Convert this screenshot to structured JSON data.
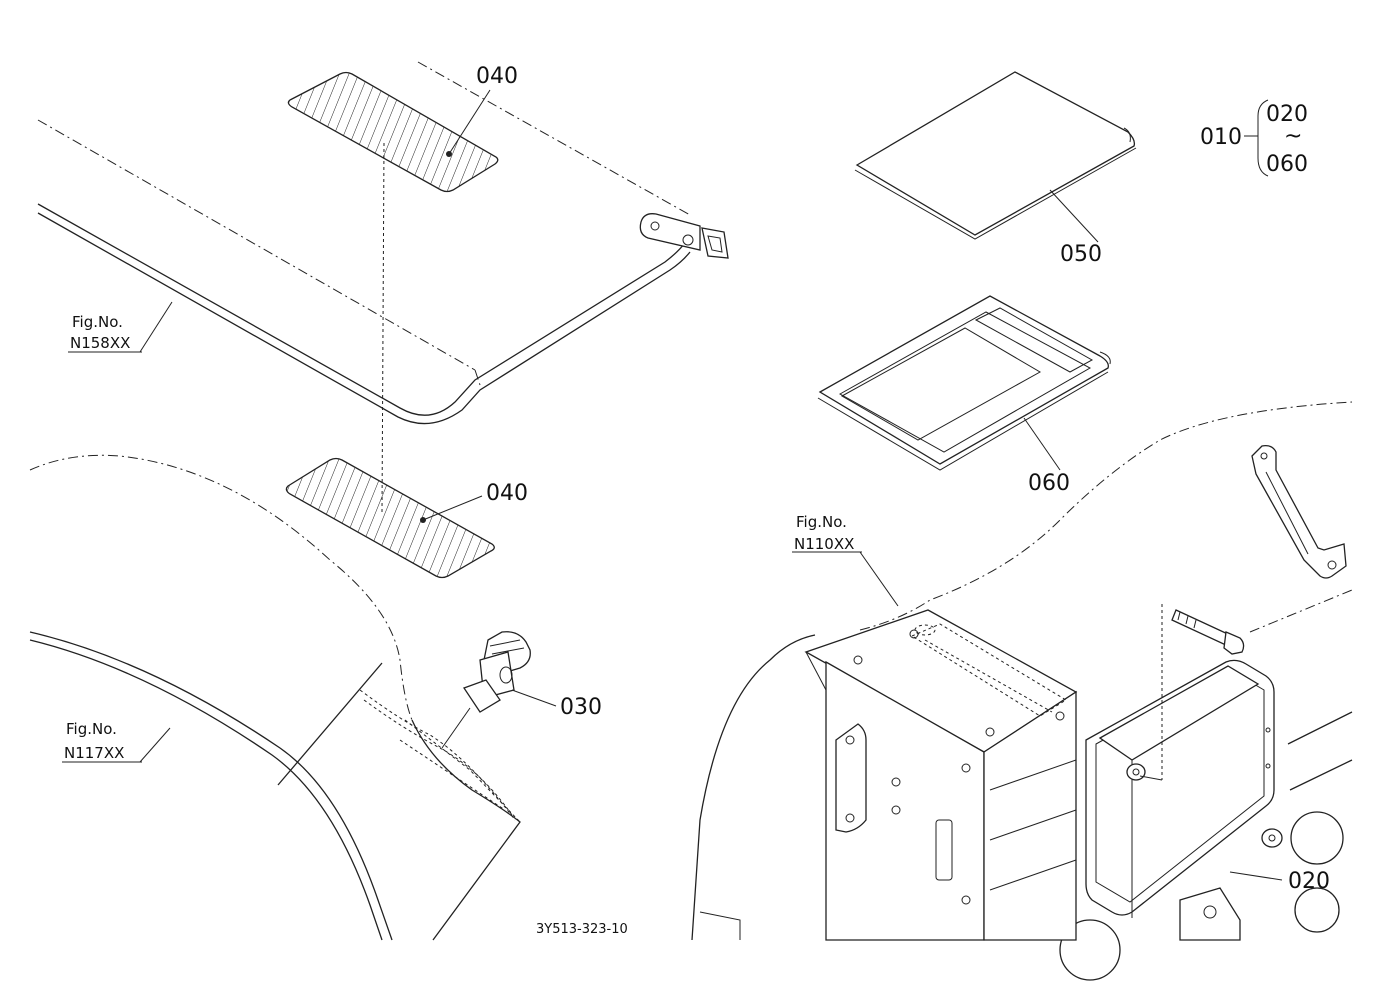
{
  "labels": {
    "p040_top": "040",
    "p040_mid": "040",
    "p030": "030",
    "p050": "050",
    "p060": "060",
    "p020": "020",
    "legend_010": "010",
    "legend_020": "020",
    "legend_tilde": "~",
    "legend_060": "060"
  },
  "figure_refs": {
    "n158_line1": "Fig.No.",
    "n158_line2": "N158XX",
    "n117_line1": "Fig.No.",
    "n117_line2": "N117XX",
    "n110_line1": "Fig.No.",
    "n110_line2": "N110XX"
  },
  "drawing_code": "3Y513-323-10"
}
